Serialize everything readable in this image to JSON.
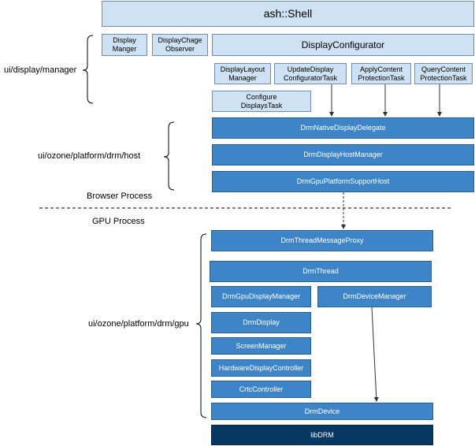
{
  "top": {
    "shell": "ash::Shell"
  },
  "manager": {
    "label": "ui/display/manager",
    "display_manager": "Display\nManger",
    "display_change_observer": "DisplayChage\nObserver",
    "display_configurator": "DisplayConfigurator",
    "display_layout_manager": "DisplayLayout\nManager",
    "update_display_task": "UpdateDisplay\nConfiguratorTask",
    "apply_content_task": "ApplyContent\nProtectionTask",
    "query_content_task": "QueryContent\nProtectionTask",
    "configure_displays_task": "Configure\nDisplaysTask"
  },
  "host": {
    "label": "ui/ozone/platform/drm/host",
    "native_display_delegate": "DrmNativeDisplayDelegate",
    "display_host_manager": "DrmDisplayHostManager",
    "gpu_platform_support_host": "DrmGpuPlatformSupportHost"
  },
  "process": {
    "browser": "Browser Process",
    "gpu": "GPU Process"
  },
  "gpu": {
    "label": "ui/ozone/platform/drm/gpu",
    "thread_message_proxy": "DrmThreadMessageProxy",
    "drm_thread": "DrmThread",
    "gpu_display_manager": "DrmGpuDisplayManager",
    "device_manager": "DrmDeviceManager",
    "drm_display": "DrmDisplay",
    "screen_manager": "ScreenManager",
    "hardware_display_controller": "HardwareDisplayController",
    "crtc_controller": "CrtcController",
    "drm_device": "DrmDevice"
  },
  "bottom": {
    "libdrm": "libDRM"
  },
  "colors": {
    "light_box": "#cfe2f3",
    "mid_box": "#3d85c6",
    "dark_box": "#073763"
  }
}
